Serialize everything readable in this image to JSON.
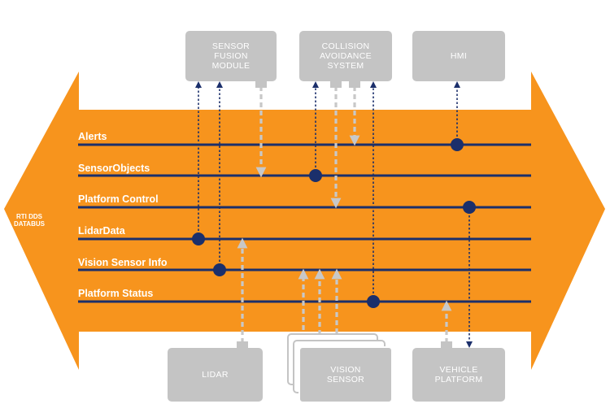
{
  "colors": {
    "bus_orange": "#f7941d",
    "channel_blue": "#1b2f6b",
    "node_gray": "#c4c4c4",
    "publish_gray": "#c8c8c8",
    "text_white": "#ffffff"
  },
  "databus": {
    "label": "RTI DDS\nDATABUS"
  },
  "channels": [
    {
      "id": "alerts",
      "label": "Alerts"
    },
    {
      "id": "sensor-objects",
      "label": "SensorObjects"
    },
    {
      "id": "platform-control",
      "label": "Platform Control"
    },
    {
      "id": "lidar-data",
      "label": "LidarData"
    },
    {
      "id": "vision-sensor-info",
      "label": "Vision Sensor Info"
    },
    {
      "id": "platform-status",
      "label": "Platform Status"
    }
  ],
  "nodes": {
    "sensor_fusion": {
      "label": "SENSOR\nFUSION\nMODULE"
    },
    "collision_avoidance": {
      "label": "COLLISION\nAVOIDANCE\nSYSTEM"
    },
    "hmi": {
      "label": "HMI"
    },
    "lidar": {
      "label": "LIDAR"
    },
    "vision_sensor": {
      "label": "VISION\nSENSOR"
    },
    "vehicle_platform": {
      "label": "VEHICLE\nPLATFORM"
    }
  }
}
